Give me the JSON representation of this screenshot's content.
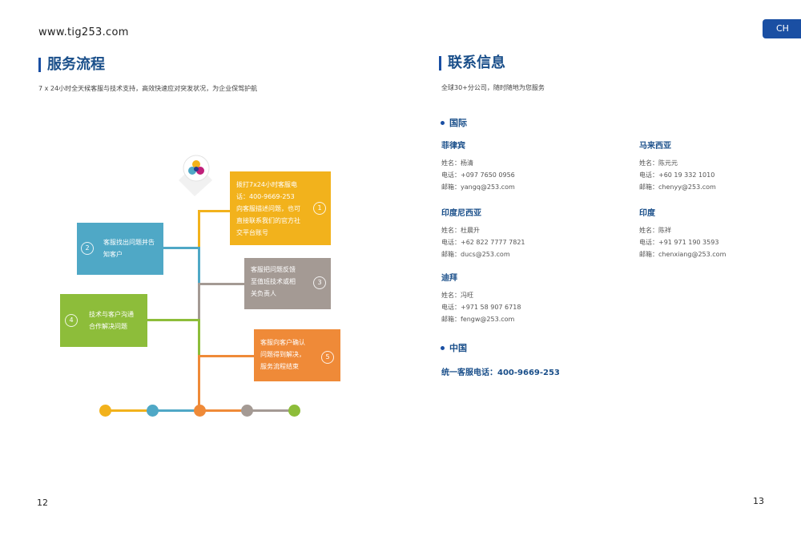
{
  "header": {
    "url": "www.tig253.com",
    "lang": "CH"
  },
  "service": {
    "title": "服务流程",
    "desc": "7 x 24小时全天候客服与技术支持，高效快速应对突发状况，为企业保驾护航",
    "steps": [
      {
        "num": "1",
        "lines": [
          "拨打7x24小时客服电",
          "话：400-9669-253",
          "向客服描述问题，也可",
          "直接联系我们的官方社",
          "交平台账号"
        ],
        "color": "#f2b21c"
      },
      {
        "num": "2",
        "lines": [
          "客服找出问题并告",
          "知客户"
        ],
        "color": "#4fa8c6"
      },
      {
        "num": "3",
        "lines": [
          "客服把问题反馈",
          "至值班技术或相",
          "关负责人"
        ],
        "color": "#a49a94"
      },
      {
        "num": "4",
        "lines": [
          "技术与客户沟通",
          "合作解决问题"
        ],
        "color": "#8dbd3a"
      },
      {
        "num": "5",
        "lines": [
          "客服向客户确认",
          "问题得到解决，",
          "服务流程结束"
        ],
        "color": "#ef8a38"
      }
    ]
  },
  "contact": {
    "title": "联系信息",
    "desc": "全球30+分公司，随时随地为您服务",
    "intl_label": "国际",
    "china_label": "中国",
    "offices": [
      {
        "city": "菲律宾",
        "name": "姓名：杨清",
        "phone": "电话：+097 7650 0956",
        "email": "邮箱：yangq@253.com"
      },
      {
        "city": "马来西亚",
        "name": "姓名：陈元元",
        "phone": "电话：+60 19 332 1010",
        "email": "邮箱：chenyy@253.com"
      },
      {
        "city": "印度尼西亚",
        "name": "姓名：杜晨升",
        "phone": "电话：+62 822 7777 7821",
        "email": "邮箱：ducs@253.com"
      },
      {
        "city": "印度",
        "name": "姓名：陈祥",
        "phone": "电话：+91 971 190 3593",
        "email": "邮箱：chenxiang@253.com"
      },
      {
        "city": "迪拜",
        "name": "姓名：冯旺",
        "phone": "电话：+971 58 907 6718",
        "email": "邮箱：fengw@253.com"
      }
    ],
    "hotline": "统一客服电话：400-9669-253"
  },
  "pages": {
    "left": "12",
    "right": "13"
  },
  "colors": {
    "accent": "#1a4fa3",
    "yellow": "#f2b21c",
    "blue": "#4fa8c6",
    "gray": "#a49a94",
    "green": "#8dbd3a",
    "orange": "#ef8a38"
  }
}
